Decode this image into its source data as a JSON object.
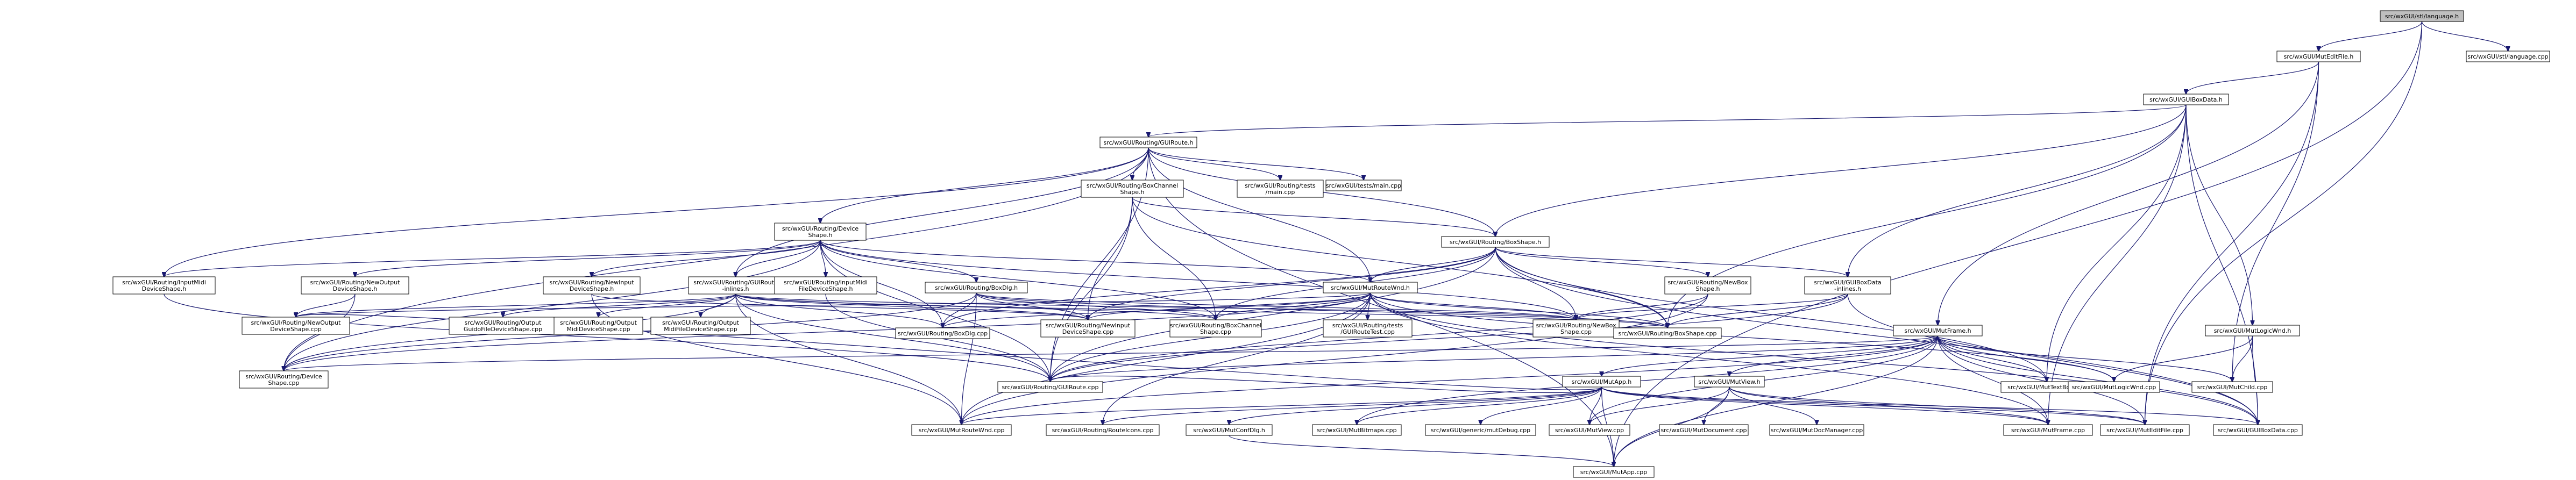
{
  "graph": {
    "colors": {
      "edge": "#191970",
      "node_fill": "#ffffff",
      "node_border": "#000000",
      "root_fill": "#bfbfbf",
      "red_border": "#ff0000"
    },
    "nodes": [
      {
        "id": "n0",
        "lines": [
          "src/wxGUI/stl/language.h"
        ],
        "style": "root"
      },
      {
        "id": "n1",
        "lines": [
          "src/wxGUI/MutEditFile.h"
        ],
        "style": "normal"
      },
      {
        "id": "n2",
        "lines": [
          "src/wxGUI/stl/language.cpp"
        ],
        "style": "normal"
      },
      {
        "id": "n3",
        "lines": [
          "src/wxGUI/GUIBoxData.h"
        ],
        "style": "normal"
      },
      {
        "id": "n4",
        "lines": [
          "src/wxGUI/Routing/GUIRoute.h"
        ],
        "style": "normal"
      },
      {
        "id": "n5",
        "lines": [
          "src/wxGUI/Routing/BoxChannel",
          "Shape.h"
        ],
        "style": "normal"
      },
      {
        "id": "n6",
        "lines": [
          "src/wxGUI/Routing/tests",
          "/main.cpp"
        ],
        "style": "normal"
      },
      {
        "id": "n7",
        "lines": [
          "src/wxGUI/tests/main.cpp"
        ],
        "style": "normal"
      },
      {
        "id": "n8",
        "lines": [
          "src/wxGUI/Routing/Device",
          "Shape.h"
        ],
        "style": "red"
      },
      {
        "id": "n9",
        "lines": [
          "src/wxGUI/Routing/BoxShape.h"
        ],
        "style": "normal"
      },
      {
        "id": "n10",
        "lines": [
          "src/wxGUI/Routing/InputMidi",
          "DeviceShape.h"
        ],
        "style": "red"
      },
      {
        "id": "n11",
        "lines": [
          "src/wxGUI/Routing/NewOutput",
          "DeviceShape.h"
        ],
        "style": "normal"
      },
      {
        "id": "n12",
        "lines": [
          "src/wxGUI/Routing/NewInput",
          "DeviceShape.h"
        ],
        "style": "normal"
      },
      {
        "id": "n13",
        "lines": [
          "src/wxGUI/Routing/GUIRoute",
          "-inlines.h"
        ],
        "style": "normal"
      },
      {
        "id": "n14",
        "lines": [
          "src/wxGUI/Routing/InputMidi",
          "FileDeviceShape.h"
        ],
        "style": "red"
      },
      {
        "id": "n15",
        "lines": [
          "src/wxGUI/Routing/BoxDlg.h"
        ],
        "style": "normal"
      },
      {
        "id": "n16",
        "lines": [
          "src/wxGUI/MutRouteWnd.h"
        ],
        "style": "normal"
      },
      {
        "id": "n17",
        "lines": [
          "src/wxGUI/Routing/NewBox",
          "Shape.h"
        ],
        "style": "normal"
      },
      {
        "id": "n18",
        "lines": [
          "src/wxGUI/GUIBoxData",
          "-inlines.h"
        ],
        "style": "normal"
      },
      {
        "id": "n19",
        "lines": [
          "src/wxGUI/MutLogicWnd.h"
        ],
        "style": "normal"
      },
      {
        "id": "n20",
        "lines": [
          "src/wxGUI/MutFrame.h"
        ],
        "style": "normal"
      },
      {
        "id": "n21",
        "lines": [
          "src/wxGUI/Routing/NewOutput",
          "DeviceShape.cpp"
        ],
        "style": "normal"
      },
      {
        "id": "n22",
        "lines": [
          "src/wxGUI/Routing/Output",
          "GuidoFileDeviceShape.cpp"
        ],
        "style": "normal"
      },
      {
        "id": "n23",
        "lines": [
          "src/wxGUI/Routing/Output",
          "MidiDeviceShape.cpp"
        ],
        "style": "normal"
      },
      {
        "id": "n24",
        "lines": [
          "src/wxGUI/Routing/Output",
          "MidiFileDeviceShape.cpp"
        ],
        "style": "normal"
      },
      {
        "id": "n25",
        "lines": [
          "src/wxGUI/Routing/BoxDlg.cpp"
        ],
        "style": "normal"
      },
      {
        "id": "n26",
        "lines": [
          "src/wxGUI/Routing/NewInput",
          "DeviceShape.cpp"
        ],
        "style": "normal"
      },
      {
        "id": "n27",
        "lines": [
          "src/wxGUI/Routing/BoxChannel",
          "Shape.cpp"
        ],
        "style": "normal"
      },
      {
        "id": "n28",
        "lines": [
          "src/wxGUI/Routing/tests",
          "/GUIRouteTest.cpp"
        ],
        "style": "normal"
      },
      {
        "id": "n29",
        "lines": [
          "src/wxGUI/Routing/NewBox",
          "Shape.cpp"
        ],
        "style": "normal"
      },
      {
        "id": "n30",
        "lines": [
          "src/wxGUI/Routing/BoxShape.cpp"
        ],
        "style": "normal"
      },
      {
        "id": "n31",
        "lines": [
          "src/wxGUI/Routing/Device",
          "Shape.cpp"
        ],
        "style": "normal"
      },
      {
        "id": "n32",
        "lines": [
          "src/wxGUI/Routing/GUIRoute.cpp"
        ],
        "style": "normal"
      },
      {
        "id": "n33",
        "lines": [
          "src/wxGUI/MutApp.h"
        ],
        "style": "normal"
      },
      {
        "id": "n34",
        "lines": [
          "src/wxGUI/MutView.h"
        ],
        "style": "normal"
      },
      {
        "id": "n35",
        "lines": [
          "src/wxGUI/MutTextBox.cpp"
        ],
        "style": "normal"
      },
      {
        "id": "n36",
        "lines": [
          "src/wxGUI/MutLogicWnd.cpp"
        ],
        "style": "normal"
      },
      {
        "id": "n37",
        "lines": [
          "src/wxGUI/MutChild.cpp"
        ],
        "style": "normal"
      },
      {
        "id": "n38",
        "lines": [
          "src/wxGUI/MutRouteWnd.cpp"
        ],
        "style": "normal"
      },
      {
        "id": "n39",
        "lines": [
          "src/wxGUI/Routing/RouteIcons.cpp"
        ],
        "style": "normal"
      },
      {
        "id": "n40",
        "lines": [
          "src/wxGUI/MutConfDlg.h"
        ],
        "style": "normal"
      },
      {
        "id": "n41",
        "lines": [
          "src/wxGUI/MutBitmaps.cpp"
        ],
        "style": "normal"
      },
      {
        "id": "n42",
        "lines": [
          "src/wxGUI/generic/mutDebug.cpp"
        ],
        "style": "normal"
      },
      {
        "id": "n43",
        "lines": [
          "src/wxGUI/MutView.cpp"
        ],
        "style": "normal"
      },
      {
        "id": "n44",
        "lines": [
          "src/wxGUI/MutDocument.cpp"
        ],
        "style": "normal"
      },
      {
        "id": "n45",
        "lines": [
          "src/wxGUI/MutDocManager.cpp"
        ],
        "style": "normal"
      },
      {
        "id": "n46",
        "lines": [
          "src/wxGUI/MutFrame.cpp"
        ],
        "style": "normal"
      },
      {
        "id": "n47",
        "lines": [
          "src/wxGUI/MutEditFile.cpp"
        ],
        "style": "normal"
      },
      {
        "id": "n48",
        "lines": [
          "src/wxGUI/GUIBoxData.cpp"
        ],
        "style": "normal"
      },
      {
        "id": "n49",
        "lines": [
          "src/wxGUI/MutApp.cpp"
        ],
        "style": "normal"
      }
    ],
    "edges": [
      [
        "n0",
        "n1"
      ],
      [
        "n0",
        "n2"
      ],
      [
        "n0",
        "n47"
      ],
      [
        "n0",
        "n49"
      ],
      [
        "n1",
        "n3"
      ],
      [
        "n1",
        "n20"
      ],
      [
        "n1",
        "n47"
      ],
      [
        "n1",
        "n37"
      ],
      [
        "n3",
        "n4"
      ],
      [
        "n3",
        "n9"
      ],
      [
        "n3",
        "n18"
      ],
      [
        "n3",
        "n19"
      ],
      [
        "n3",
        "n48"
      ],
      [
        "n3",
        "n35"
      ],
      [
        "n3",
        "n30"
      ],
      [
        "n3",
        "n46"
      ],
      [
        "n4",
        "n5"
      ],
      [
        "n4",
        "n6"
      ],
      [
        "n4",
        "n7"
      ],
      [
        "n4",
        "n8"
      ],
      [
        "n4",
        "n9"
      ],
      [
        "n4",
        "n13"
      ],
      [
        "n4",
        "n10"
      ],
      [
        "n4",
        "n32"
      ],
      [
        "n4",
        "n31"
      ],
      [
        "n4",
        "n16"
      ],
      [
        "n4",
        "n49"
      ],
      [
        "n5",
        "n9"
      ],
      [
        "n5",
        "n27"
      ],
      [
        "n5",
        "n26"
      ],
      [
        "n5",
        "n32"
      ],
      [
        "n5",
        "n30"
      ],
      [
        "n8",
        "n10"
      ],
      [
        "n8",
        "n11"
      ],
      [
        "n8",
        "n12"
      ],
      [
        "n8",
        "n13"
      ],
      [
        "n8",
        "n14"
      ],
      [
        "n8",
        "n15"
      ],
      [
        "n8",
        "n16"
      ],
      [
        "n8",
        "n31"
      ],
      [
        "n8",
        "n32"
      ],
      [
        "n8",
        "n25"
      ],
      [
        "n8",
        "n27"
      ],
      [
        "n8",
        "n29"
      ],
      [
        "n9",
        "n16"
      ],
      [
        "n9",
        "n17"
      ],
      [
        "n9",
        "n18"
      ],
      [
        "n9",
        "n30"
      ],
      [
        "n9",
        "n29"
      ],
      [
        "n9",
        "n25"
      ],
      [
        "n9",
        "n27"
      ],
      [
        "n9",
        "n26"
      ],
      [
        "n9",
        "n32"
      ],
      [
        "n9",
        "n48"
      ],
      [
        "n9",
        "n35"
      ],
      [
        "n10",
        "n32"
      ],
      [
        "n11",
        "n21"
      ],
      [
        "n11",
        "n31"
      ],
      [
        "n12",
        "n26"
      ],
      [
        "n12",
        "n38"
      ],
      [
        "n13",
        "n21"
      ],
      [
        "n13",
        "n22"
      ],
      [
        "n13",
        "n23"
      ],
      [
        "n13",
        "n24"
      ],
      [
        "n13",
        "n26"
      ],
      [
        "n13",
        "n27"
      ],
      [
        "n13",
        "n29"
      ],
      [
        "n13",
        "n30"
      ],
      [
        "n13",
        "n31"
      ],
      [
        "n13",
        "n32"
      ],
      [
        "n13",
        "n38"
      ],
      [
        "n13",
        "n25"
      ],
      [
        "n14",
        "n32"
      ],
      [
        "n15",
        "n25"
      ],
      [
        "n15",
        "n26"
      ],
      [
        "n15",
        "n27"
      ],
      [
        "n15",
        "n30"
      ],
      [
        "n15",
        "n31"
      ],
      [
        "n15",
        "n38"
      ],
      [
        "n15",
        "n29"
      ],
      [
        "n16",
        "n21"
      ],
      [
        "n16",
        "n25"
      ],
      [
        "n16",
        "n26"
      ],
      [
        "n16",
        "n27"
      ],
      [
        "n16",
        "n28"
      ],
      [
        "n16",
        "n29"
      ],
      [
        "n16",
        "n30"
      ],
      [
        "n16",
        "n31"
      ],
      [
        "n16",
        "n32"
      ],
      [
        "n16",
        "n38"
      ],
      [
        "n16",
        "n39"
      ],
      [
        "n16",
        "n46"
      ],
      [
        "n16",
        "n36"
      ],
      [
        "n16",
        "n48"
      ],
      [
        "n17",
        "n29"
      ],
      [
        "n17",
        "n32"
      ],
      [
        "n17",
        "n38"
      ],
      [
        "n18",
        "n30"
      ],
      [
        "n18",
        "n32"
      ],
      [
        "n18",
        "n48"
      ],
      [
        "n18",
        "n29"
      ],
      [
        "n19",
        "n36"
      ],
      [
        "n19",
        "n37"
      ],
      [
        "n19",
        "n48"
      ],
      [
        "n20",
        "n33"
      ],
      [
        "n20",
        "n34"
      ],
      [
        "n20",
        "n35"
      ],
      [
        "n20",
        "n36"
      ],
      [
        "n20",
        "n37"
      ],
      [
        "n20",
        "n38"
      ],
      [
        "n20",
        "n32"
      ],
      [
        "n20",
        "n46"
      ],
      [
        "n20",
        "n47"
      ],
      [
        "n20",
        "n48"
      ],
      [
        "n20",
        "n49"
      ],
      [
        "n20",
        "n31"
      ],
      [
        "n20",
        "n41"
      ],
      [
        "n20",
        "n43"
      ],
      [
        "n33",
        "n38"
      ],
      [
        "n33",
        "n39"
      ],
      [
        "n33",
        "n40"
      ],
      [
        "n33",
        "n41"
      ],
      [
        "n33",
        "n42"
      ],
      [
        "n33",
        "n43"
      ],
      [
        "n33",
        "n46"
      ],
      [
        "n33",
        "n47"
      ],
      [
        "n33",
        "n48"
      ],
      [
        "n33",
        "n49"
      ],
      [
        "n33",
        "n21"
      ],
      [
        "n33",
        "n32"
      ],
      [
        "n34",
        "n43"
      ],
      [
        "n34",
        "n44"
      ],
      [
        "n34",
        "n45"
      ],
      [
        "n34",
        "n46"
      ],
      [
        "n34",
        "n47"
      ],
      [
        "n34",
        "n49"
      ],
      [
        "n40",
        "n49"
      ]
    ]
  }
}
